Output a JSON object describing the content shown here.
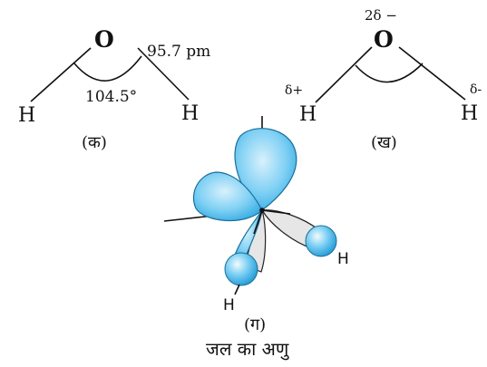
{
  "panel_a": {
    "atom_o": "O",
    "atom_h_left": "H",
    "atom_h_right": "H",
    "bond_length": "95.7 pm",
    "bond_angle": "104.5°",
    "label": "(क)"
  },
  "panel_b": {
    "atom_o": "O",
    "atom_h_left": "H",
    "atom_h_right": "H",
    "charge_o": "2δ −",
    "charge_h_left": "δ+",
    "charge_h_right": "δ-",
    "label": "(ख)"
  },
  "panel_c": {
    "atom_h_right": "H",
    "atom_h_bottom": "H",
    "label": "(ग)",
    "orbital_color": "#3ab4ec"
  },
  "caption": "जल का अणु"
}
